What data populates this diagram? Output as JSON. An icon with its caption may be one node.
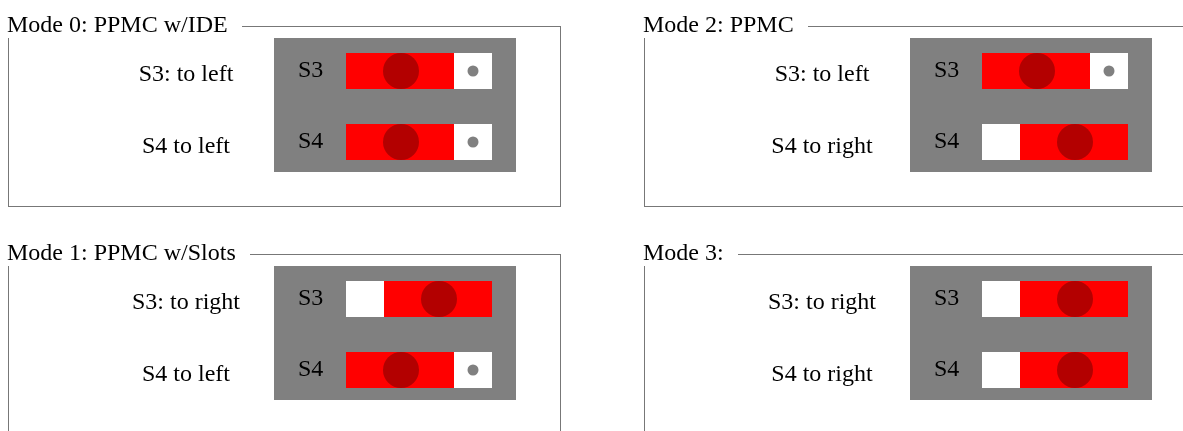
{
  "diagram": {
    "nodes": [
      {
        "text": [
          "Mode 0: PPMC w/IDE",
          "S3: to left",
          "S4 to left"
        ]
      },
      {
        "text": [
          "S3",
          "S4"
        ],
        "in": 0
      },
      {
        "text": [],
        "shape": "bar",
        "in": 1
      },
      {
        "text": [],
        "shape": "bar",
        "in": 1
      },
      {
        "text": [
          "Mode 2: PPMC",
          "S3: to left",
          "S4 to right"
        ]
      },
      {
        "text": [
          "S3",
          "S4"
        ],
        "in": 4
      },
      {
        "text": [],
        "shape": "bar",
        "in": 5
      },
      {
        "text": [],
        "shape": "bar",
        "in": 5
      },
      {
        "text": [
          "Mode 1: PPMC w/Slots",
          "S3: to right",
          "S4 to left"
        ]
      },
      {
        "text": [
          "S3",
          "S4"
        ],
        "in": 8
      },
      {
        "text": [],
        "shape": "bar",
        "in": 9
      },
      {
        "text": [],
        "shape": "bar",
        "in": 9
      },
      {
        "text": [
          "Mode 3:",
          "S3: to right",
          "S4 to right"
        ]
      },
      {
        "text": [
          "S3",
          "S4"
        ],
        "in": 12
      },
      {
        "text": [],
        "shape": "bar",
        "in": 13
      },
      {
        "text": [],
        "shape": "bar",
        "in": 13
      }
    ]
  }
}
